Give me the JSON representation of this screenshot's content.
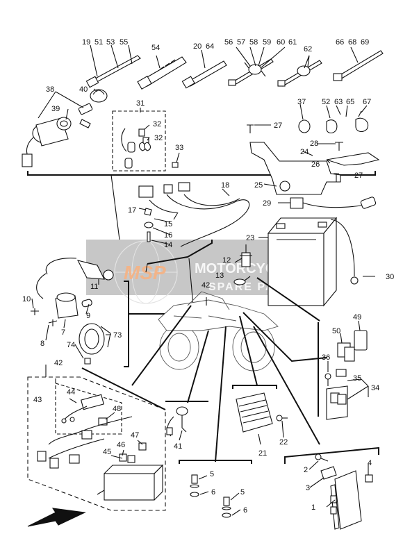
{
  "diagram": {
    "watermark": {
      "logo": "MSP",
      "line1": "MOTORCYCLE",
      "line2": "SPARE PARTS"
    },
    "callouts": [
      {
        "id": "c19",
        "text": "19"
      },
      {
        "id": "c51",
        "text": "51"
      },
      {
        "id": "c53",
        "text": "53"
      },
      {
        "id": "c55",
        "text": "55"
      },
      {
        "id": "c54",
        "text": "54"
      },
      {
        "id": "c20",
        "text": "20"
      },
      {
        "id": "c64",
        "text": "64"
      },
      {
        "id": "c56",
        "text": "56"
      },
      {
        "id": "c57",
        "text": "57"
      },
      {
        "id": "c58",
        "text": "58"
      },
      {
        "id": "c59",
        "text": "59"
      },
      {
        "id": "c60",
        "text": "60"
      },
      {
        "id": "c61",
        "text": "61"
      },
      {
        "id": "c62",
        "text": "62"
      },
      {
        "id": "c66",
        "text": "66"
      },
      {
        "id": "c68",
        "text": "68"
      },
      {
        "id": "c69",
        "text": "69"
      },
      {
        "id": "c38",
        "text": "38"
      },
      {
        "id": "c40",
        "text": "40"
      },
      {
        "id": "c39",
        "text": "39"
      },
      {
        "id": "c31",
        "text": "31"
      },
      {
        "id": "c32a",
        "text": "32"
      },
      {
        "id": "c32b",
        "text": "32"
      },
      {
        "id": "c33",
        "text": "33"
      },
      {
        "id": "c37",
        "text": "37"
      },
      {
        "id": "c52",
        "text": "52"
      },
      {
        "id": "c63",
        "text": "63"
      },
      {
        "id": "c65",
        "text": "65"
      },
      {
        "id": "c67",
        "text": "67"
      },
      {
        "id": "c27a",
        "text": "27"
      },
      {
        "id": "c28",
        "text": "28"
      },
      {
        "id": "c24",
        "text": "24"
      },
      {
        "id": "c26",
        "text": "26"
      },
      {
        "id": "c27b",
        "text": "27"
      },
      {
        "id": "c25",
        "text": "25"
      },
      {
        "id": "c18",
        "text": "18"
      },
      {
        "id": "c17",
        "text": "17"
      },
      {
        "id": "c15",
        "text": "15"
      },
      {
        "id": "c16",
        "text": "16"
      },
      {
        "id": "c14",
        "text": "14"
      },
      {
        "id": "c29",
        "text": "29"
      },
      {
        "id": "c23",
        "text": "23"
      },
      {
        "id": "c12",
        "text": "12"
      },
      {
        "id": "c13",
        "text": "13"
      },
      {
        "id": "c30",
        "text": "30"
      },
      {
        "id": "c11",
        "text": "11"
      },
      {
        "id": "c10",
        "text": "10"
      },
      {
        "id": "c42a",
        "text": "42"
      },
      {
        "id": "c9",
        "text": "9"
      },
      {
        "id": "c7",
        "text": "7"
      },
      {
        "id": "c8",
        "text": "8"
      },
      {
        "id": "c73",
        "text": "73"
      },
      {
        "id": "c74",
        "text": "74"
      },
      {
        "id": "c49",
        "text": "49"
      },
      {
        "id": "c50",
        "text": "50"
      },
      {
        "id": "c36",
        "text": "36"
      },
      {
        "id": "c35",
        "text": "35"
      },
      {
        "id": "c34",
        "text": "34"
      },
      {
        "id": "c42b",
        "text": "42"
      },
      {
        "id": "c43",
        "text": "43"
      },
      {
        "id": "c44",
        "text": "44"
      },
      {
        "id": "c48",
        "text": "48"
      },
      {
        "id": "c47",
        "text": "47"
      },
      {
        "id": "c46",
        "text": "46"
      },
      {
        "id": "c45",
        "text": "45"
      },
      {
        "id": "c41",
        "text": "41"
      },
      {
        "id": "c21",
        "text": "21"
      },
      {
        "id": "c22",
        "text": "22"
      },
      {
        "id": "c5a",
        "text": "5"
      },
      {
        "id": "c6a",
        "text": "6"
      },
      {
        "id": "c5b",
        "text": "5"
      },
      {
        "id": "c6b",
        "text": "6"
      },
      {
        "id": "c2",
        "text": "2"
      },
      {
        "id": "c4",
        "text": "4"
      },
      {
        "id": "c3",
        "text": "3"
      },
      {
        "id": "c1",
        "text": "1"
      }
    ],
    "colors": {
      "line": "#111111",
      "watermark_gray": "#8a8a8a",
      "watermark_orange": "#e8782a",
      "background": "#ffffff"
    }
  }
}
